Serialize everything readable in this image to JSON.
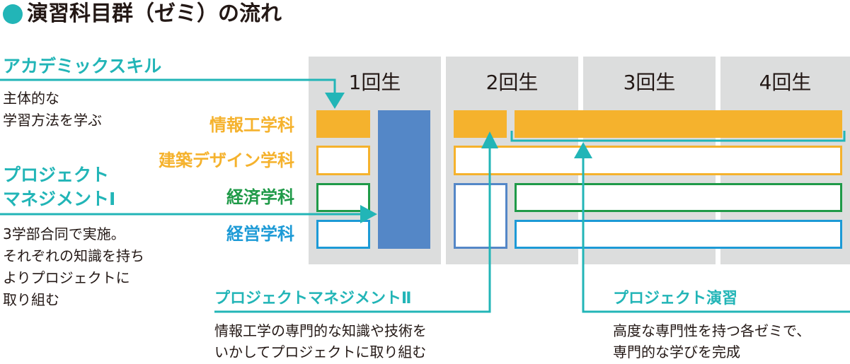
{
  "title": "演習科目群（ゼミ）の流れ",
  "columns": [
    "1回生",
    "2回生",
    "3回生",
    "4回生"
  ],
  "departments": [
    {
      "name": "情報工学科",
      "color": "#f5b22d"
    },
    {
      "name": "建築デザイン学科",
      "color": "#f5b22d"
    },
    {
      "name": "経済学科",
      "color": "#1f9a48"
    },
    {
      "name": "経営学科",
      "color": "#1c9ad6"
    }
  ],
  "academic_skill": {
    "heading": "アカデミックスキル",
    "lines": [
      "主体的な",
      "学習方法を学ぶ"
    ]
  },
  "pm1": {
    "heading_lines": [
      "プロジェクト",
      "マネジメントⅠ"
    ],
    "lines": [
      "3学部合同で実施。",
      "それぞれの知識を持ち",
      "よりプロジェクトに",
      "取り組む"
    ]
  },
  "pm2": {
    "heading": "プロジェクトマネジメントⅡ",
    "lines": [
      "情報工学の専門的な知識や技術を",
      "いかしてプロジェクトに取り組む"
    ]
  },
  "project_practice": {
    "heading": "プロジェクト演習",
    "lines": [
      "高度な専門性を持つ各ゼミで、",
      "専門的な学びを完成"
    ]
  },
  "colors": {
    "teal": "#22b5b7",
    "orange": "#f5b22d",
    "green": "#1f9a48",
    "blue": "#1c9ad6",
    "steel_blue": "#5487c7",
    "gray": "#dcdddd"
  }
}
